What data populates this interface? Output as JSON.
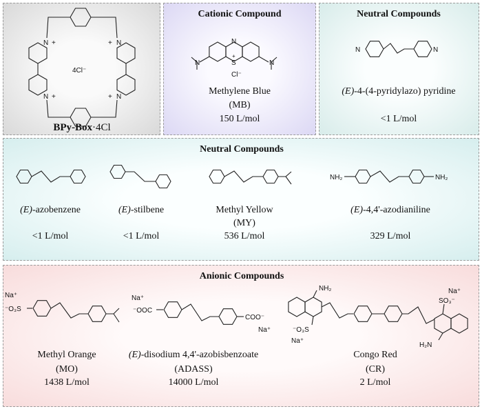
{
  "panels": {
    "bpybox": {
      "label_bold": "BPy-Box",
      "label_rest": "·4Cl",
      "counterion": "4Cl⁻",
      "atoms": {
        "n": "N",
        "plus": "+"
      }
    },
    "cationic": {
      "title": "Cationic Compound",
      "compounds": [
        {
          "name": "Methylene Blue",
          "abbr": "(MB)",
          "value": "150 L/mol",
          "atoms": {
            "n": "N",
            "s": "S",
            "plus": "+",
            "cl": "Cl⁻"
          }
        }
      ]
    },
    "neutral_top": {
      "title": "Neutral Compounds",
      "compounds": [
        {
          "name_prefix": "(E)",
          "name": "-4-(4-pyridylazo) pyridine",
          "value": "<1 L/mol",
          "atoms": {
            "n": "N"
          }
        }
      ]
    },
    "neutral": {
      "title": "Neutral Compounds",
      "compounds": [
        {
          "name_prefix": "(E)",
          "name": "-azobenzene",
          "value": "<1 L/mol"
        },
        {
          "name_prefix": "(E)",
          "name": "-stilbene",
          "value": "<1 L/mol"
        },
        {
          "name": "Methyl Yellow",
          "abbr": "(MY)",
          "value": "536 L/mol"
        },
        {
          "name_prefix": "(E)",
          "name": "-4,4'-azodianiline",
          "value": "329 L/mol",
          "atoms": {
            "nh2": "NH₂"
          }
        }
      ]
    },
    "anionic": {
      "title": "Anionic Compounds",
      "compounds": [
        {
          "name": "Methyl Orange",
          "abbr": "(MO)",
          "value": "1438 L/mol",
          "atoms": {
            "na": "Na⁺",
            "so3": "⁻O₃S"
          }
        },
        {
          "name_prefix": "(E)",
          "name": "-disodium 4,4'-azobisbenzoate",
          "abbr": "(ADASS)",
          "value": "14000 L/mol",
          "atoms": {
            "na": "Na⁺",
            "coo_l": "⁻OOC",
            "coo_r": "COO⁻"
          }
        },
        {
          "name": "Congo Red",
          "abbr": "(CR)",
          "value": "2 L/mol",
          "atoms": {
            "nh2": "NH₂",
            "h2n": "H₂N",
            "so3_l": "⁻O₃S",
            "so3_r": "SO₃⁻",
            "na": "Na⁺"
          }
        }
      ]
    }
  },
  "colors": {
    "bpybox_bg": "#d9d9d9",
    "cationic_bg": "#dcd8f4",
    "neutral_bg": "#d6eeee",
    "anionic_bg": "#f8dcdc"
  }
}
